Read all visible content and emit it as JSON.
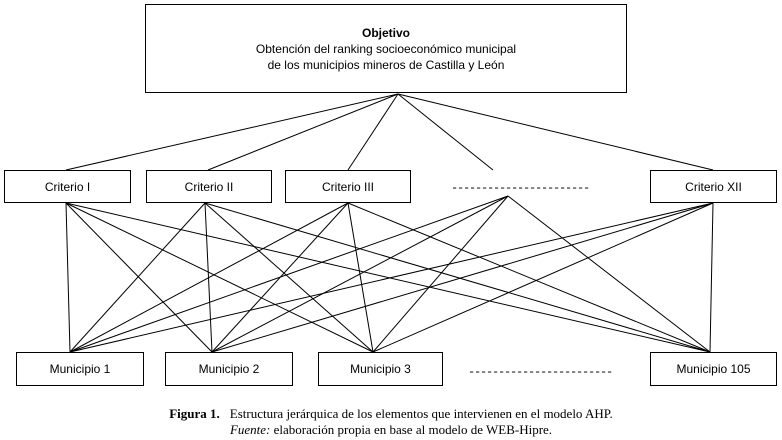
{
  "objective": {
    "title": "Objetivo",
    "line1": "Obtención del ranking socioeconómico municipal",
    "line2": "de los municipios mineros de Castilla y León"
  },
  "criteria": [
    {
      "label": "Criterio I"
    },
    {
      "label": "Criterio II"
    },
    {
      "label": "Criterio III"
    },
    {
      "label": "Criterio XII"
    }
  ],
  "criteria_ellipsis": "-----------------------",
  "municipalities": [
    {
      "label": "Municipio 1"
    },
    {
      "label": "Municipio 2"
    },
    {
      "label": "Municipio 3"
    },
    {
      "label": "Municipio 105"
    }
  ],
  "municipalities_ellipsis": "------------------------",
  "caption": {
    "figure_label": "Figura 1.",
    "figure_text": "Estructura jerárquica de los elementos que intervienen en el modelo AHP.",
    "source_label": "Fuente:",
    "source_text": "elaboración propia en base al modelo de WEB-Hipre."
  }
}
